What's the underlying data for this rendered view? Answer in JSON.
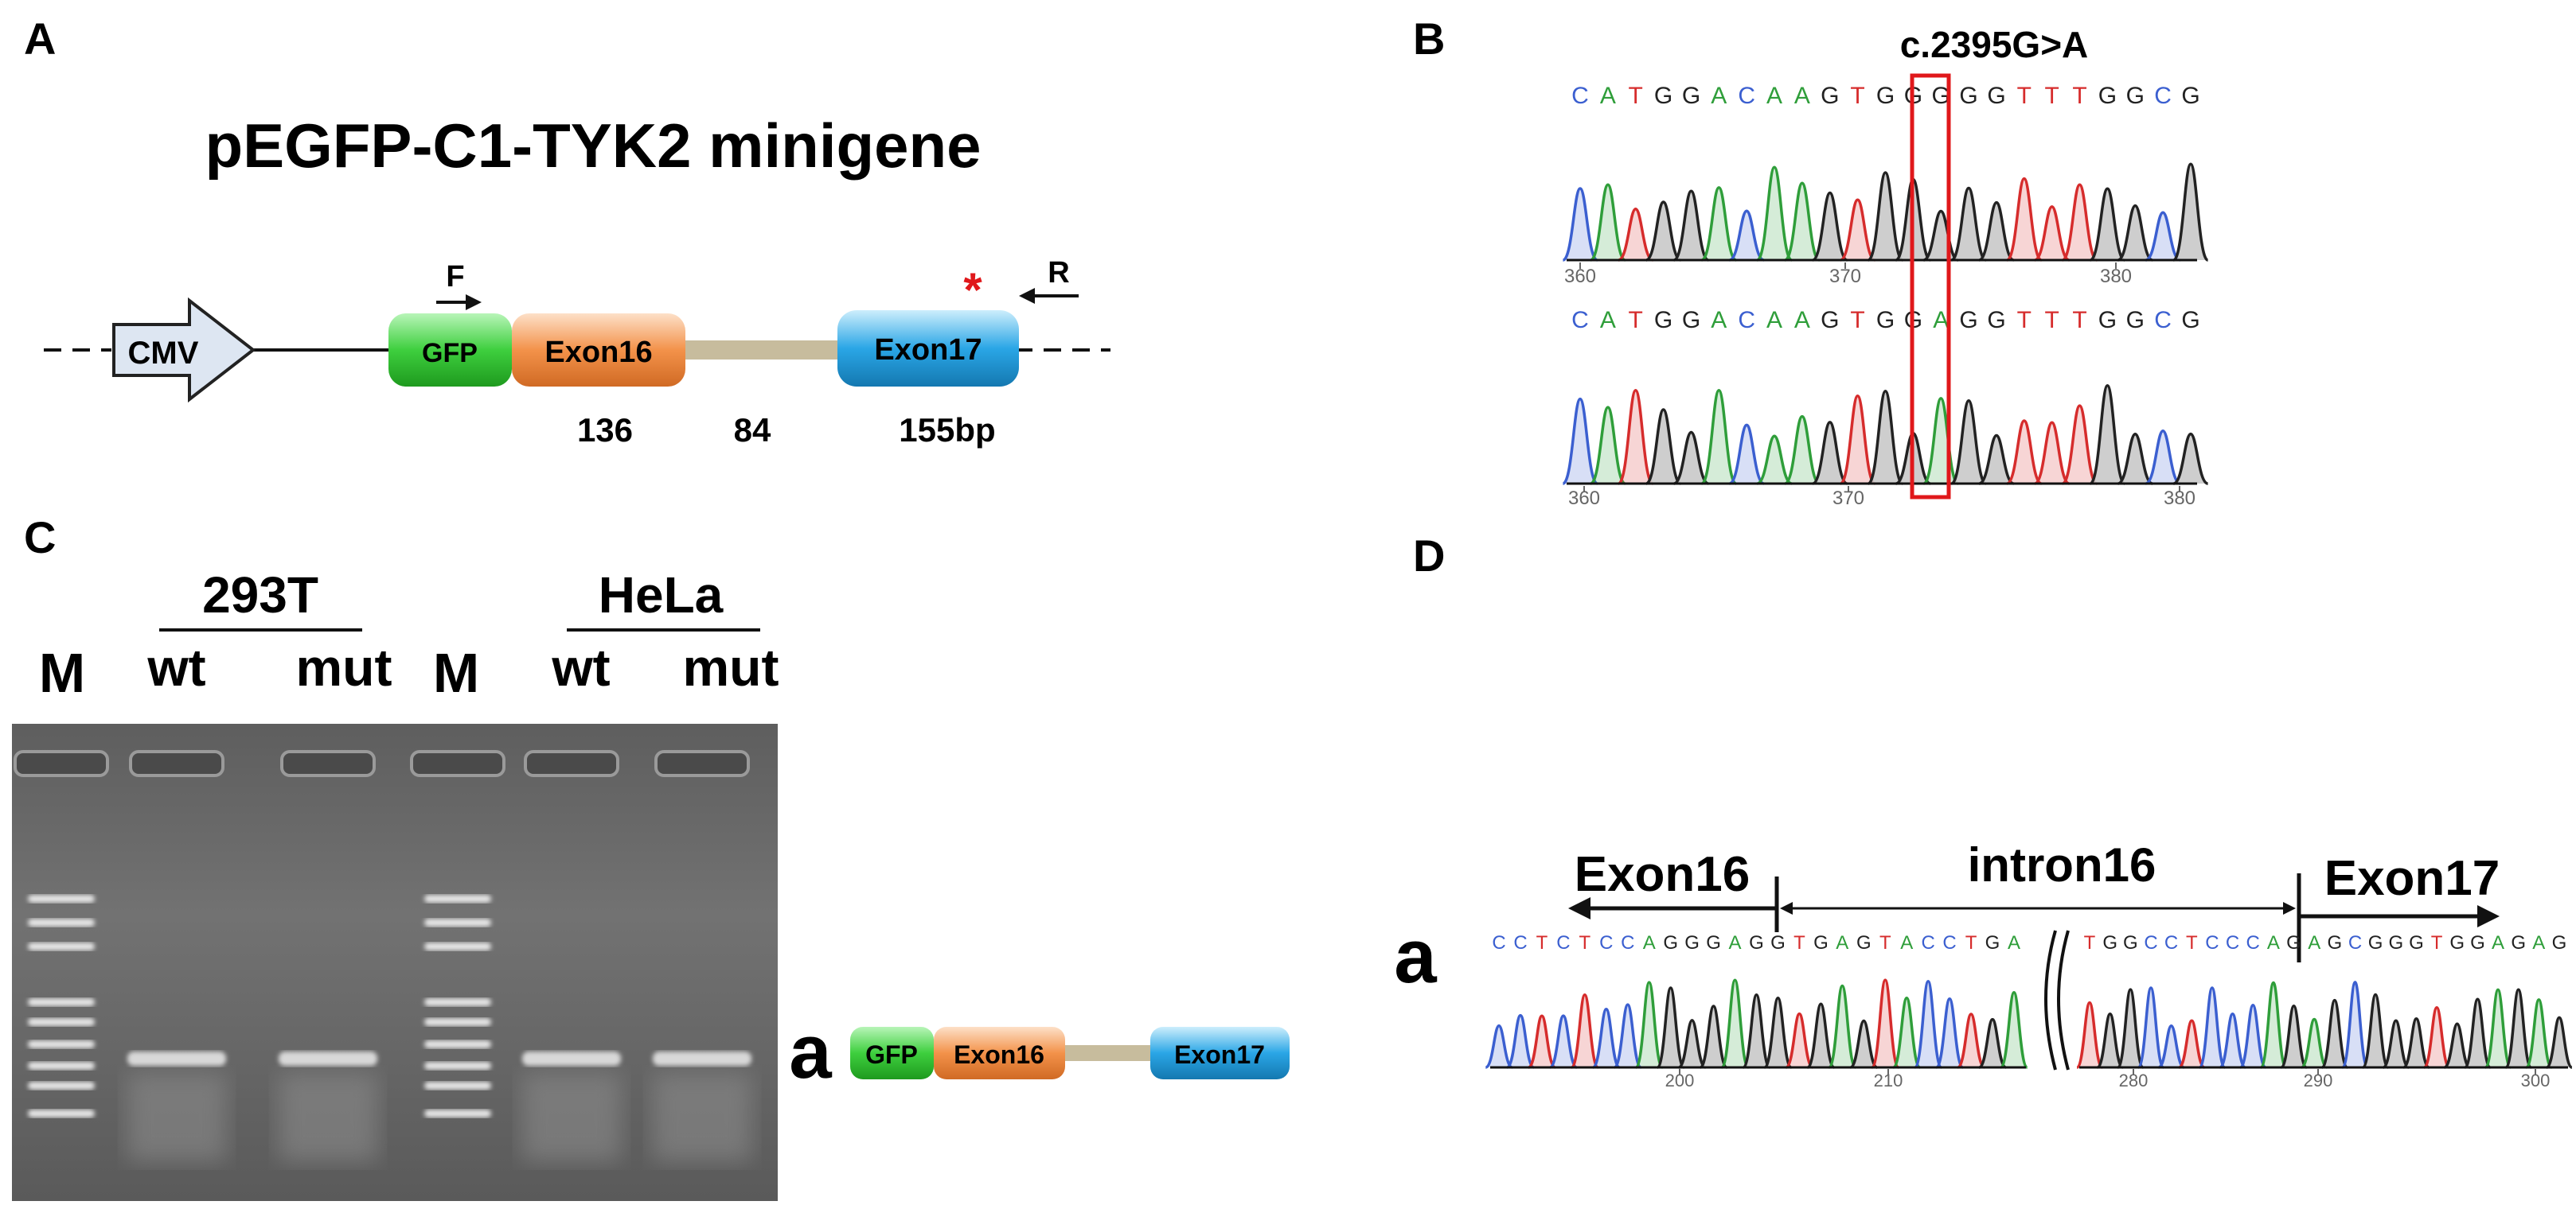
{
  "panels": {
    "a": {
      "letter": "A",
      "title": "pEGFP-C1-TYK2 minigene",
      "promoter": "CMV",
      "gfp": "GFP",
      "exon16": "Exon16",
      "exon17": "Exon17",
      "forward_primer": "F",
      "reverse_primer": "R",
      "mutation_mark": "*",
      "lengths": {
        "exon16": "136",
        "intron": "84",
        "exon17": "155bp"
      }
    },
    "b": {
      "letter": "B",
      "mutation": "c.2395G>A",
      "wt": {
        "sequence": "CATGGACAAGTGGGGGTTTGGCG",
        "ticks": [
          "360",
          "370",
          "380"
        ]
      },
      "mut": {
        "sequence": "CATGGACAAGTGGAGGTTTGGCG",
        "ticks": [
          "360",
          "370",
          "380"
        ]
      }
    },
    "c": {
      "letter": "C",
      "cell_lines": [
        "293T",
        "HeLa"
      ],
      "lanes": [
        "M",
        "wt",
        "mut",
        "M",
        "wt",
        "mut"
      ],
      "band_label": "a",
      "band_diagram": {
        "gfp": "GFP",
        "exon16": "Exon16",
        "exon17": "Exon17"
      }
    },
    "d": {
      "letter": "D",
      "band_label": "a",
      "exon16": "Exon16",
      "intron": "intron16",
      "exon17": "Exon17",
      "left_sequence": "CCTCTCCAGGGAGGTGAGTACCTGA",
      "right_sequence": "TGGCCTCCCAGAGCGGGTGGAGAG",
      "left_ticks": [
        "200",
        "210"
      ],
      "right_ticks": [
        "280",
        "290",
        "300"
      ]
    }
  },
  "colors": {
    "A": "#2f9e3a",
    "C": "#3b5fd0",
    "G": "#222222",
    "T": "#d62c2c",
    "highlight": "#e0181b",
    "gfp": "#3ecf3e",
    "exon16": "#f3924a",
    "exon17": "#2aa6e6",
    "intron": "#c7bc9d",
    "cmv": "#dde6f2",
    "gel": "#6c6c6c"
  }
}
